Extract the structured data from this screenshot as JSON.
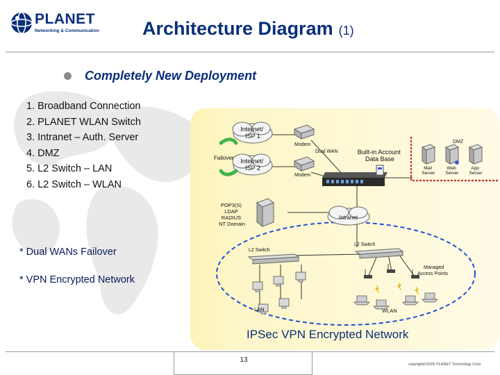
{
  "header": {
    "logo_word": "PLANET",
    "logo_tagline": "Networking & Communication",
    "title": "Architecture Diagram",
    "title_number": "(1)"
  },
  "bullet": "Completely New Deployment",
  "steps": [
    "1. Broadband Connection",
    "2. PLANET WLAN Switch",
    "3. Intranet – Auth. Server",
    "4. DMZ",
    "5. L2 Switch – LAN",
    "6. L2 Switch – WLAN"
  ],
  "notes": [
    "* Dual WANs Failover",
    "* VPN Encrypted Network"
  ],
  "diagram": {
    "isp1": [
      "Internet/",
      "ISP 1"
    ],
    "isp2": [
      "Internet/",
      "ISP 2"
    ],
    "failover": "Failover",
    "modem1": "Modem",
    "modem2": "Modem",
    "dual_wan": "Dual WAN",
    "account_db": [
      "Built-in Account",
      "Data Base"
    ],
    "dmz": "DMZ",
    "mail_server": [
      "Mail",
      "Server"
    ],
    "web_server": [
      "Web",
      "Server"
    ],
    "app_server": [
      "App",
      "Server"
    ],
    "auth_server": [
      "POP3(S)",
      "LDAP",
      "RADIUS",
      "NT Domain"
    ],
    "intranet": "Intranet",
    "l2_switch_lan": "L2 Switch",
    "l2_switch_wlan": "L2 Switch",
    "managed_ap": [
      "Managed",
      "Access Points"
    ],
    "lan": "LAN",
    "wlan": "WLAN",
    "caption": "IPSec VPN Encrypted Network"
  },
  "colors": {
    "title_blue": "#0a2f7a",
    "panel_yellow": "#fdf6c8",
    "dmz_dots": "#c83232",
    "vpn_dash": "#1f4fd6"
  },
  "footer": {
    "page": "13",
    "copyright": "copyright©2005 PLANET Technology Corp."
  }
}
